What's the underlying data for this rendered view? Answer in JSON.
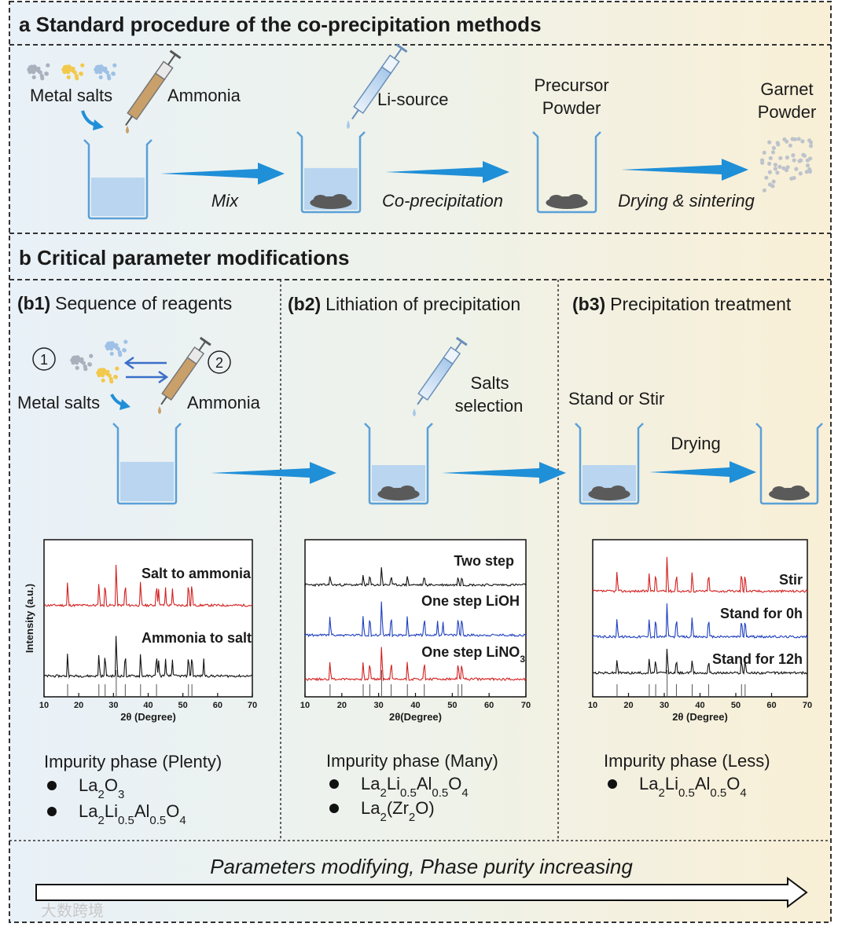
{
  "panel_a": {
    "header": "a  Standard procedure of the co-precipitation methods",
    "labels": {
      "metal_salts": "Metal salts",
      "ammonia": "Ammonia",
      "li_source": "Li-source",
      "precursor_1": "Precursor",
      "precursor_2": "Powder",
      "garnet_1": "Garnet",
      "garnet_2": "Powder"
    },
    "arrows": {
      "mix": "Mix",
      "coprecip": "Co-precipitation",
      "drying": "Drying & sintering"
    }
  },
  "panel_b": {
    "header": "b  Critical parameter modifications",
    "b1": {
      "tag": "(b1)",
      "title": "Sequence of reagents",
      "num1": "1",
      "num2": "2",
      "metal_salts": "Metal salts",
      "ammonia": "Ammonia",
      "plot": {
        "ylabel": "Intensity (a.u.)",
        "xlabel": "2θ (Degree)",
        "xticks": [
          "10",
          "20",
          "30",
          "40",
          "50",
          "60",
          "70"
        ],
        "xlim": [
          10,
          70
        ],
        "series": [
          {
            "name": "Salt to ammonia",
            "color": "#d42020"
          },
          {
            "name": "Ammonia to salt",
            "color": "#111111"
          }
        ]
      },
      "impurity_title": "Impurity phase (Plenty)",
      "impurities": [
        {
          "base": "La",
          "s1": "2",
          "mid": "O",
          "s2": "3"
        },
        {
          "base": "La",
          "s1": "2",
          "mid": "Li",
          "s2": "0.5",
          "mid2": "Al",
          "s3": "0.5",
          "mid3": "O",
          "s4": "4"
        }
      ]
    },
    "b2": {
      "tag": "(b2)",
      "title": "Lithiation of precipitation",
      "salts_1": "Salts",
      "salts_2": "selection",
      "plot": {
        "xlabel": "2θ(Degree)",
        "xticks": [
          "10",
          "20",
          "30",
          "40",
          "50",
          "60",
          "70"
        ],
        "xlim": [
          10,
          70
        ],
        "series": [
          {
            "name": "Two step",
            "color": "#111111"
          },
          {
            "name": "One step LiOH",
            "color": "#1f3fbf"
          },
          {
            "name": "One step LiNO",
            "sub": "3",
            "color": "#d42020"
          }
        ]
      },
      "impurity_title": "Impurity phase (Many)",
      "impurities": [
        {
          "base": "La",
          "s1": "2",
          "mid": "Li",
          "s2": "0.5",
          "mid2": "Al",
          "s3": "0.5",
          "mid3": "O",
          "s4": "4"
        },
        {
          "base": "La",
          "s1": "2",
          "mid": "(Zr",
          "s2": "2",
          "mid2": "O)"
        }
      ]
    },
    "b3": {
      "tag": "(b3)",
      "title": "Precipitation treatment",
      "stand_or_stir": "Stand or Stir",
      "drying": "Drying",
      "plot": {
        "xlabel": "2θ (Degree)",
        "xticks": [
          "10",
          "20",
          "30",
          "40",
          "50",
          "60",
          "70"
        ],
        "xlim": [
          10,
          70
        ],
        "series": [
          {
            "name": "Stir",
            "color": "#d42020"
          },
          {
            "name": "Stand for 0h",
            "color": "#1f3fbf"
          },
          {
            "name": "Stand for 12h",
            "color": "#111111"
          }
        ]
      },
      "impurity_title": "Impurity phase (Less)",
      "impurities": [
        {
          "base": "La",
          "s1": "2",
          "mid": "Li",
          "s2": "0.5",
          "mid2": "Al",
          "s3": "0.5",
          "mid3": "O",
          "s4": "4"
        }
      ]
    }
  },
  "footer": {
    "text": "Parameters modifying, Phase purity increasing",
    "watermark": "大数跨境"
  },
  "colors": {
    "arrow": "#1f8fd8",
    "liquid": "#b9d5ef",
    "beaker": "#5aa0d8",
    "precip": "#5a5a5a",
    "frame": "#333333"
  }
}
